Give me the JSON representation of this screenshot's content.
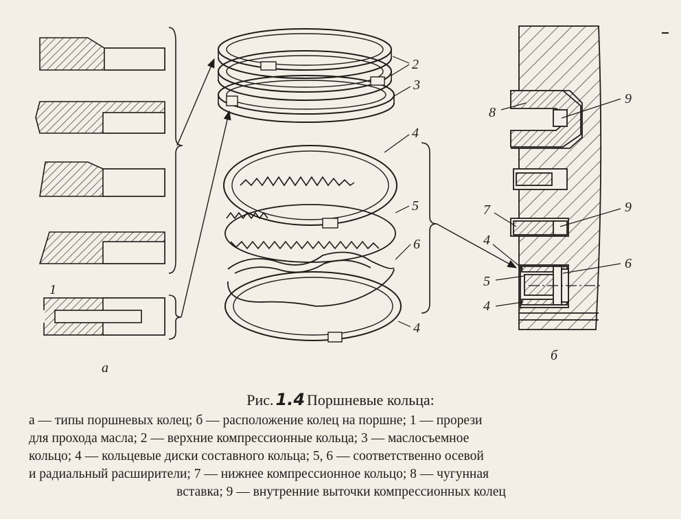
{
  "caption": {
    "prefix": "Рис.",
    "number": "1.4",
    "title": "Поршневые кольца:",
    "lines": [
      "а — типы поршневых колец; б — расположение колец на поршне; 1 — прорези",
      "для прохода масла; 2 — верхние компрессионные кольца; 3 — маслосъемное",
      "кольцо; 4 — кольцевые диски составного кольца; 5, 6 — соответственно осевой",
      "и радиальный расширители; 7 — нижнее компрессионное кольцо; 8 — чугунная",
      "вставка; 9 — внутренние выточки компрессионных колец"
    ]
  },
  "labels": {
    "panel_a": "а",
    "panel_b": "б",
    "slot": "1",
    "top_rings": "2",
    "oil_ring": "3",
    "disk_top": "4",
    "disk_bottom": "4",
    "axial_expander": "5",
    "radial_expander": "6",
    "b_insert": "8",
    "b_groove_top": "9",
    "b_lower_ring": "7",
    "b_groove_mid": "9",
    "b_disk_upper": "4",
    "b_axial": "5",
    "b_radial": "6",
    "b_disk_lower": "4"
  }
}
